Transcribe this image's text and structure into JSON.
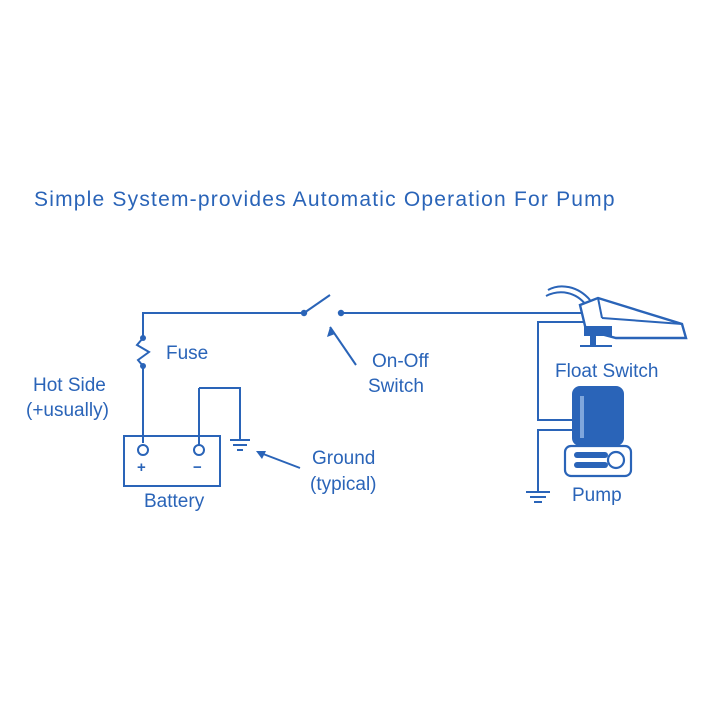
{
  "title": "Simple System-provides Automatic Operation For Pump",
  "labels": {
    "fuse": "Fuse",
    "hot_side_1": "Hot Side",
    "hot_side_2": "(+usually)",
    "on_off_1": "On-Off",
    "on_off_2": "Switch",
    "float_switch": "Float Switch",
    "ground_1": "Ground",
    "ground_2": "(typical)",
    "battery": "Battery",
    "pump": "Pump",
    "plus": "+",
    "minus": "−"
  },
  "colors": {
    "ink": "#2a64b8",
    "background": "#ffffff"
  }
}
